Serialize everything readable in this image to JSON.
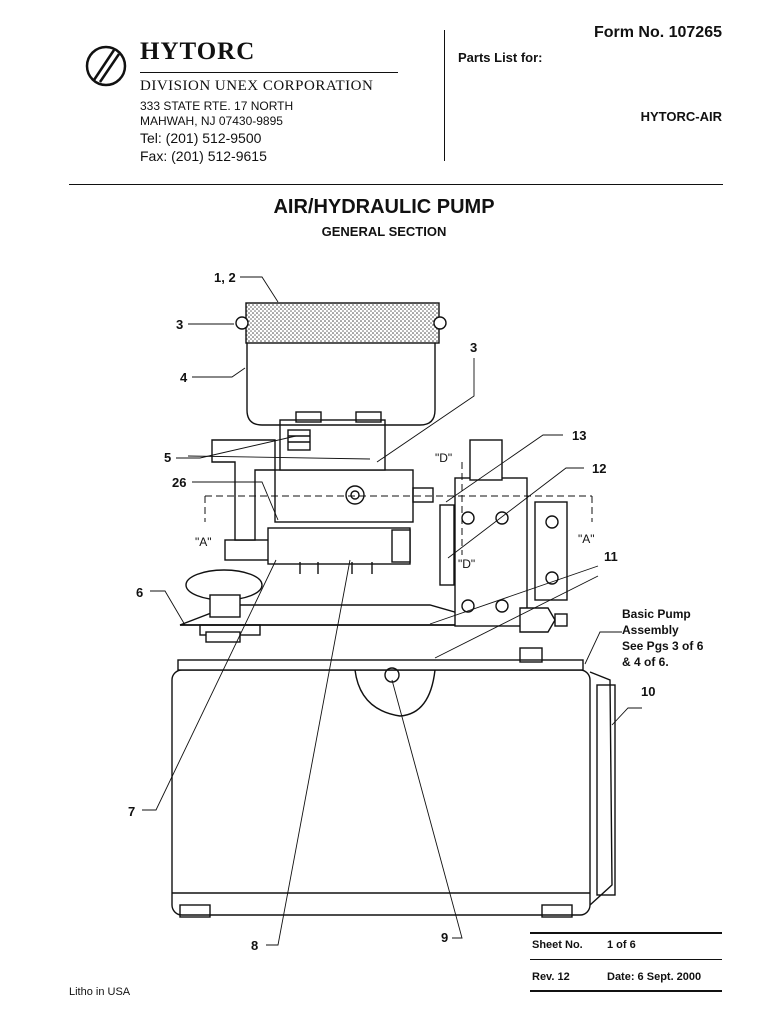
{
  "header": {
    "company": "HYTORC",
    "division": "DIVISION UNEX CORPORATION",
    "address_line1": "333 STATE RTE. 17 NORTH",
    "address_line2": "MAHWAH, NJ 07430-9895",
    "tel": "Tel: (201) 512-9500",
    "fax": "Fax: (201) 512-9615",
    "form_no": "Form No. 107265",
    "parts_list_label": "Parts List for:",
    "model": "HYTORC-AIR"
  },
  "title": "AIR/HYDRAULIC PUMP",
  "subtitle": "GENERAL SECTION",
  "callouts": {
    "c1_2": "1, 2",
    "c3_left": "3",
    "c3_right": "3",
    "c4": "4",
    "c5": "5",
    "c6": "6",
    "c7": "7",
    "c8": "8",
    "c9": "9",
    "c10": "10",
    "c11": "11",
    "c12": "12",
    "c13": "13",
    "c26": "26",
    "section_a_left": "\"A\"",
    "section_a_right": "\"A\"",
    "section_d_top": "\"D\"",
    "section_d_bottom": "\"D\""
  },
  "basic_pump_note": {
    "line1": "Basic Pump",
    "line2": "Assembly",
    "line3": "See Pgs 3 of 6",
    "line4": "& 4 of 6."
  },
  "sheet_block": {
    "sheet_label": "Sheet No.",
    "sheet_value": "1 of 6",
    "rev": "Rev. 12",
    "date": "Date: 6 Sept. 2000"
  },
  "footer": {
    "litho": "Litho in USA"
  }
}
